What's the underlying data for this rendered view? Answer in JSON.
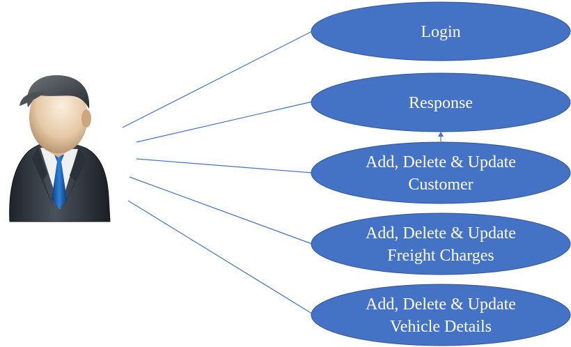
{
  "colors": {
    "ellipse_fill": "#4472C4",
    "ellipse_stroke": "#2F5597",
    "line": "#4472C4",
    "text": "#ffffff"
  },
  "actor": {
    "icon": "business-man-icon"
  },
  "use_cases": [
    {
      "id": "login",
      "lines": [
        "Login"
      ]
    },
    {
      "id": "response",
      "lines": [
        "Response"
      ]
    },
    {
      "id": "customer",
      "lines": [
        "Add, Delete & Update",
        "Customer"
      ]
    },
    {
      "id": "freight-charges",
      "lines": [
        "Add, Delete & Update",
        "Freight Charges"
      ]
    },
    {
      "id": "vehicle-details",
      "lines": [
        "Add, Delete & Update",
        "Vehicle Details"
      ]
    }
  ]
}
